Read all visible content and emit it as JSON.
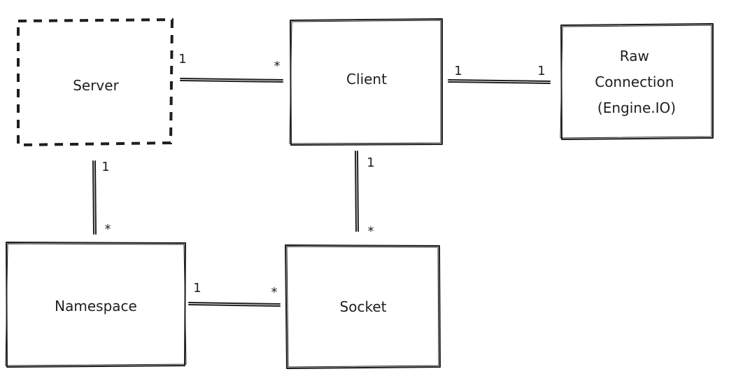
{
  "nodes": {
    "server": {
      "label": "Server",
      "dashed": true
    },
    "client": {
      "label": "Client"
    },
    "raw_connection": {
      "label_lines": [
        "Raw",
        "Connection",
        "(Engine.IO)"
      ]
    },
    "namespace": {
      "label": "Namespace"
    },
    "socket": {
      "label": "Socket"
    }
  },
  "edges": {
    "server_client": {
      "from": "Server",
      "to": "Client",
      "from_multiplicity": "1",
      "to_multiplicity": "*"
    },
    "client_raw": {
      "from": "Client",
      "to": "Raw Connection (Engine.IO)",
      "from_multiplicity": "1",
      "to_multiplicity": "1"
    },
    "server_namespace": {
      "from": "Server",
      "to": "Namespace",
      "from_multiplicity": "1",
      "to_multiplicity": "*"
    },
    "client_socket": {
      "from": "Client",
      "to": "Socket",
      "from_multiplicity": "1",
      "to_multiplicity": "*"
    },
    "namespace_socket": {
      "from": "Namespace",
      "to": "Socket",
      "from_multiplicity": "1",
      "to_multiplicity": "*"
    }
  }
}
